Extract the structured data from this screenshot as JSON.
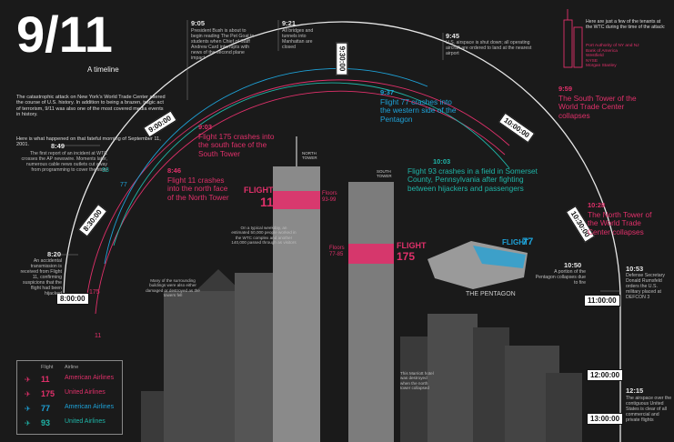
{
  "header": {
    "title": "9/11",
    "subtitle": "A timeline"
  },
  "intro": {
    "p1": "The catastrophic attack on New York's World Trade Center altered the course of U.S. history. In addition to being a brazen, tragic act of terrorism, 9/11 was also one of the most covered media events in history.",
    "p2": "Here is what happened on that fateful morning of September 11, 2001."
  },
  "clocks": {
    "c0800": "8:00:00",
    "c0830": "8:30:00",
    "c0900": "9:00:00",
    "c0930": "9:30:00",
    "c1000": "10:00:00",
    "c1030": "10:30:00",
    "c1100": "11:00:00",
    "c1200": "12:00:00",
    "c1300": "13:00:00"
  },
  "events": {
    "e0820": {
      "time": "8:20",
      "text": "An accidental transmission is received from Flight 11, confirming suspicions that the flight had been hijacked"
    },
    "e0846": {
      "time": "8:46",
      "text": "Flight 11 crashes into the north face of the North Tower"
    },
    "e0849": {
      "time": "8:49",
      "text": "The first report of an incident at WTC crosses the AP newswire. Moments later, numerous cable news outlets cut away from programming to cover the story"
    },
    "e0903": {
      "time": "9:03",
      "text": "Flight 175 crashes into the south face of the South Tower"
    },
    "e0905": {
      "time": "9:05",
      "text": "President Bush is about to begin reading The Pet Goat to students when Chief of Staff Andrew Card interrupts with news of the second plane impact"
    },
    "e0921": {
      "time": "9:21",
      "text": "All bridges and tunnels into Manhattan are closed"
    },
    "e0937": {
      "time": "9:37",
      "text": "Flight 77 crashes into the western side of the Pentagon"
    },
    "e0945": {
      "time": "9:45",
      "text": "U.S. airspace is shut down; all operating aircraft are ordered to land at the nearest airport"
    },
    "e0959": {
      "time": "9:59",
      "text": "The South Tower of the World Trade Center collapses"
    },
    "e1003": {
      "time": "10:03",
      "text": "Flight 93 crashes in a field in Somerset County, Pennsylvania after fighting between hijackers and passengers"
    },
    "e1028": {
      "time": "10:28",
      "text": "The North Tower of the World Trade Center collapses"
    },
    "e1050": {
      "time": "10:50",
      "text": "A portion of the Pentagon collapses due to fire"
    },
    "e1053": {
      "time": "10:53",
      "text": "Defense Secretary Donald Rumsfeld orders the U.S. military placed at DEFCON 3"
    },
    "e1215": {
      "time": "12:15",
      "text": "The airspace over the contiguous United States is clear of all commercial and private flights"
    }
  },
  "tenants": {
    "intro": "Here are just a few of the tenants at the WTC during the time of the attack:",
    "list": "Port Authority of NY and NJ\nBank of America\nWestfield\nNYSE\nMorgan Stanley"
  },
  "towers": {
    "north_label": "NORTH TOWER",
    "south_label": "SOUTH TOWER",
    "f11_word": "FLIGHT",
    "f11_num": "11",
    "f11_floors": "Floors 93-99",
    "f175_word": "FLIGHT",
    "f175_num": "175",
    "f175_floors": "Floors 77-85",
    "weekday_note": "On a typical weekday, an estimated 50,000 people worked in the WTC complex and another 140,000 passed through as visitors",
    "surround_note": "Many of the surrounding buildings were also either damaged or destroyed as the towers fell",
    "marriott_note": "This Marriott hotel was destroyed when the north tower collapsed"
  },
  "pentagon": {
    "flight_word": "FLIGHT",
    "flight_num": "77",
    "label": "THE PENTAGON"
  },
  "arc_flights": {
    "n11": "11",
    "n175": "175",
    "n77": "77",
    "n93": "93"
  },
  "legend": {
    "flight_header": "Flight",
    "airline_header": "Airline",
    "rows": [
      {
        "num": "11",
        "airline": "American Airlines"
      },
      {
        "num": "175",
        "airline": "United Airlines"
      },
      {
        "num": "77",
        "airline": "American Airlines"
      },
      {
        "num": "93",
        "airline": "United Airlines"
      }
    ]
  },
  "colors": {
    "pink": "#e0306a",
    "cyan": "#1ea2d8",
    "teal": "#1fb5a8",
    "bg": "#1a1a1a"
  }
}
